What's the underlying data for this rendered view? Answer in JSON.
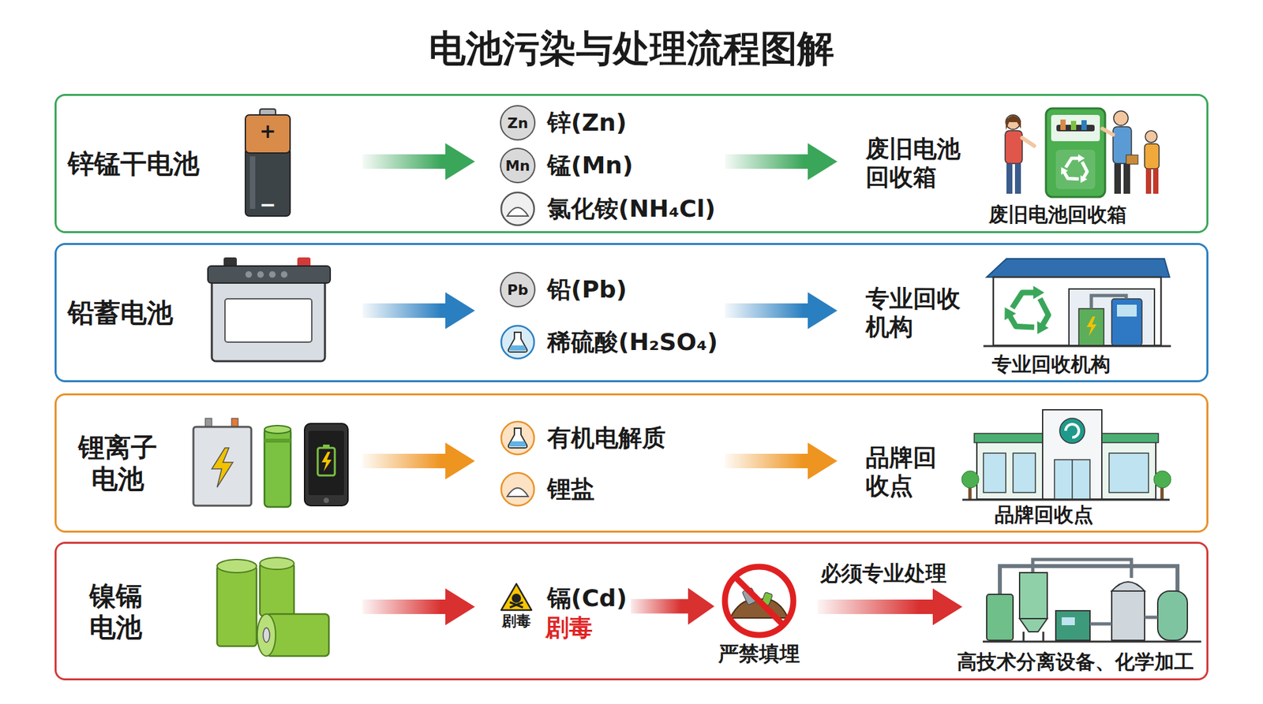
{
  "diagram": {
    "title": "电池污染与处理流程图解",
    "nodes": [
      {
        "text": [
          "锌锰干电池"
        ]
      },
      {
        "text": [
          "Zn",
          "锌(Zn)"
        ],
        "in": 0
      },
      {
        "text": [
          "Mn",
          "锰(Mn)"
        ],
        "in": 0
      },
      {
        "text": [
          "氯化铵(NH₄Cl)"
        ],
        "in": 0
      },
      {
        "text": [
          "铅蓄电池"
        ]
      },
      {
        "text": [
          "Pb",
          "铅(Pb)"
        ],
        "in": 4
      },
      {
        "text": [
          "稀硫酸(H₂SO₄)"
        ],
        "in": 4
      },
      {
        "text": [
          "锂离子 电池"
        ]
      },
      {
        "text": [
          "有机电解质"
        ],
        "in": 7
      },
      {
        "text": [
          "锂盐"
        ],
        "in": 7
      },
      {
        "text": [
          "镍镉 电池"
        ]
      },
      {
        "text": [
          "剧毒",
          "镉(Cd)"
        ],
        "in": 10
      },
      {
        "text": [
          "严禁填埋"
        ],
        "in": 10
      }
    ],
    "edges": [
      {
        "from": 11,
        "to": 12,
        "arrow": "to"
      }
    ],
    "labels": [
      "+",
      "−",
      "废旧电池 回收箱",
      "废旧电池回收箱",
      "专业回收 机构",
      "专业回收机构",
      "品牌回 收点",
      "品牌回收点",
      "剧毒",
      "必须专业处理",
      "高技术分离设备、化学加工"
    ]
  }
}
